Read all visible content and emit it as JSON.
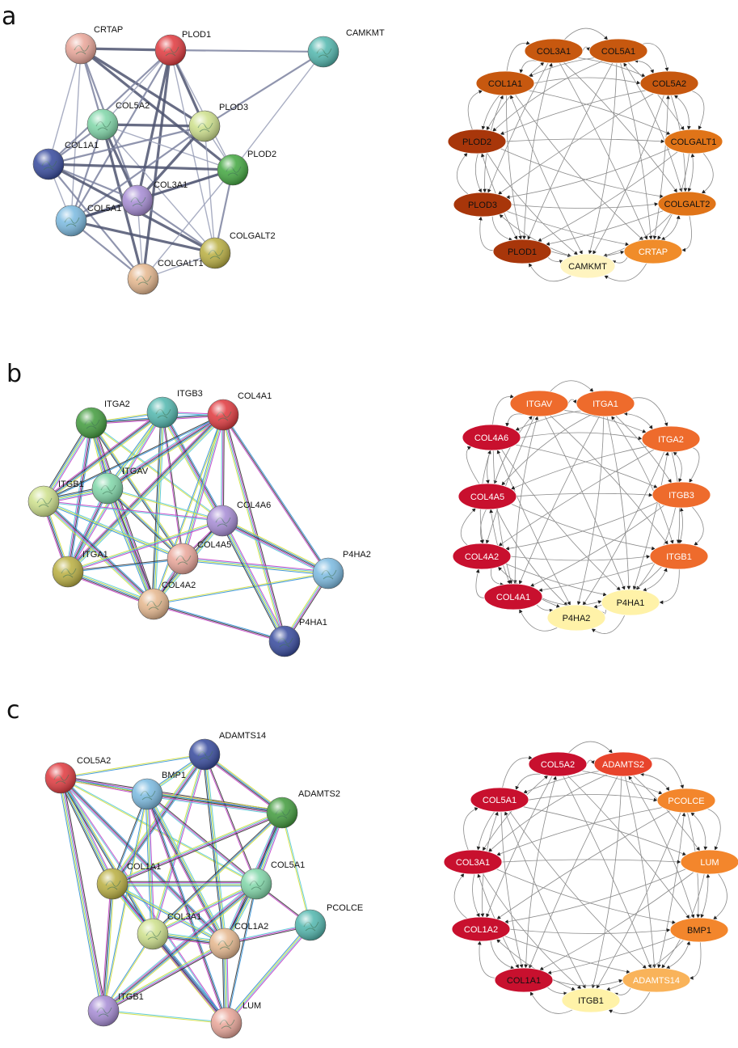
{
  "panels": [
    {
      "letter": "a",
      "string_nodes": [
        {
          "label": "CRTAP",
          "color": "#e9a497"
        },
        {
          "label": "PLOD1",
          "color": "#e0363b"
        },
        {
          "label": "CAMKMT",
          "color": "#4fb6ad"
        },
        {
          "label": "COL5A2",
          "color": "#7ed6a7"
        },
        {
          "label": "PLOD3",
          "color": "#cde08a"
        },
        {
          "label": "COL1A1",
          "color": "#33479c"
        },
        {
          "label": "PLOD2",
          "color": "#40a63d"
        },
        {
          "label": "COL3A1",
          "color": "#a58ad4"
        },
        {
          "label": "COL5A1",
          "color": "#79b9e0"
        },
        {
          "label": "COLGALT2",
          "color": "#b9ae3e"
        },
        {
          "label": "COLGALT1",
          "color": "#e5b68c"
        }
      ],
      "hub_nodes": [
        {
          "label": "COL3A1",
          "color": "#c7580f",
          "text_color": "#111111"
        },
        {
          "label": "COL5A1",
          "color": "#c7580f",
          "text_color": "#111111"
        },
        {
          "label": "COL1A1",
          "color": "#c7580f",
          "text_color": "#111111"
        },
        {
          "label": "COL5A2",
          "color": "#c7580f",
          "text_color": "#111111"
        },
        {
          "label": "PLOD2",
          "color": "#a8360a",
          "text_color": "#111111"
        },
        {
          "label": "COLGALT1",
          "color": "#e07418",
          "text_color": "#111111"
        },
        {
          "label": "PLOD3",
          "color": "#a8360a",
          "text_color": "#111111"
        },
        {
          "label": "COLGALT2",
          "color": "#e07418",
          "text_color": "#111111"
        },
        {
          "label": "PLOD1",
          "color": "#a8360a",
          "text_color": "#111111"
        },
        {
          "label": "CRTAP",
          "color": "#f08c2a",
          "text_color": "#ffffff"
        },
        {
          "label": "CAMKMT",
          "color": "#fff4c0",
          "text_color": "#111111"
        }
      ]
    },
    {
      "letter": "b",
      "string_nodes": [
        {
          "label": "ITGA2",
          "color": "#3f9a3a"
        },
        {
          "label": "ITGB3",
          "color": "#4fb6ad"
        },
        {
          "label": "COL4A1",
          "color": "#e0363b"
        },
        {
          "label": "ITGAV",
          "color": "#7ed6a7"
        },
        {
          "label": "ITGB1",
          "color": "#cde08a"
        },
        {
          "label": "COL4A6",
          "color": "#a58ad4"
        },
        {
          "label": "COL4A5",
          "color": "#e9a497"
        },
        {
          "label": "ITGA1",
          "color": "#b9ae3e"
        },
        {
          "label": "COL4A2",
          "color": "#e5b68c"
        },
        {
          "label": "P4HA2",
          "color": "#79b9e0"
        },
        {
          "label": "P4HA1",
          "color": "#33479c"
        }
      ],
      "hub_nodes": [
        {
          "label": "ITGAV",
          "color": "#ee6b2c",
          "text_color": "#ffffff"
        },
        {
          "label": "ITGA1",
          "color": "#ee6b2c",
          "text_color": "#ffffff"
        },
        {
          "label": "COL4A6",
          "color": "#c8102e",
          "text_color": "#ffffff"
        },
        {
          "label": "ITGA2",
          "color": "#ee6b2c",
          "text_color": "#ffffff"
        },
        {
          "label": "COL4A5",
          "color": "#c8102e",
          "text_color": "#ffffff"
        },
        {
          "label": "ITGB3",
          "color": "#ee6b2c",
          "text_color": "#ffffff"
        },
        {
          "label": "COL4A2",
          "color": "#c8102e",
          "text_color": "#ffffff"
        },
        {
          "label": "ITGB1",
          "color": "#ee6b2c",
          "text_color": "#ffffff"
        },
        {
          "label": "COL4A1",
          "color": "#c8102e",
          "text_color": "#ffffff"
        },
        {
          "label": "P4HA1",
          "color": "#fff2a8",
          "text_color": "#111111"
        },
        {
          "label": "P4HA2",
          "color": "#fff2a8",
          "text_color": "#111111"
        }
      ]
    },
    {
      "letter": "c",
      "string_nodes": [
        {
          "label": "COL5A2",
          "color": "#e0363b"
        },
        {
          "label": "ADAMTS14",
          "color": "#33479c"
        },
        {
          "label": "BMP1",
          "color": "#79b9e0"
        },
        {
          "label": "ADAMTS2",
          "color": "#3f9a3a"
        },
        {
          "label": "COL1A1",
          "color": "#b9ae3e"
        },
        {
          "label": "COL5A1",
          "color": "#7ed6a7"
        },
        {
          "label": "PCOLCE",
          "color": "#4fb6ad"
        },
        {
          "label": "COL3A1",
          "color": "#cde08a"
        },
        {
          "label": "COL1A2",
          "color": "#e5b68c"
        },
        {
          "label": "ITGB1",
          "color": "#a58ad4"
        },
        {
          "label": "LUM",
          "color": "#e9a497"
        }
      ],
      "hub_nodes": [
        {
          "label": "COL5A2",
          "color": "#c8102e",
          "text_color": "#ffffff"
        },
        {
          "label": "ADAMTS2",
          "color": "#e8442c",
          "text_color": "#ffffff"
        },
        {
          "label": "COL5A1",
          "color": "#c8102e",
          "text_color": "#ffffff"
        },
        {
          "label": "PCOLCE",
          "color": "#f3862c",
          "text_color": "#ffffff"
        },
        {
          "label": "COL3A1",
          "color": "#c8102e",
          "text_color": "#ffffff"
        },
        {
          "label": "LUM",
          "color": "#f3862c",
          "text_color": "#ffffff"
        },
        {
          "label": "COL1A2",
          "color": "#c8102e",
          "text_color": "#ffffff"
        },
        {
          "label": "BMP1",
          "color": "#f3862c",
          "text_color": "#111111"
        },
        {
          "label": "COL1A1",
          "color": "#c8102e",
          "text_color": "#111111"
        },
        {
          "label": "ADAMTS14",
          "color": "#f9b35a",
          "text_color": "#ffffff"
        },
        {
          "label": "ITGB1",
          "color": "#fff2a8",
          "text_color": "#111111"
        }
      ]
    }
  ]
}
